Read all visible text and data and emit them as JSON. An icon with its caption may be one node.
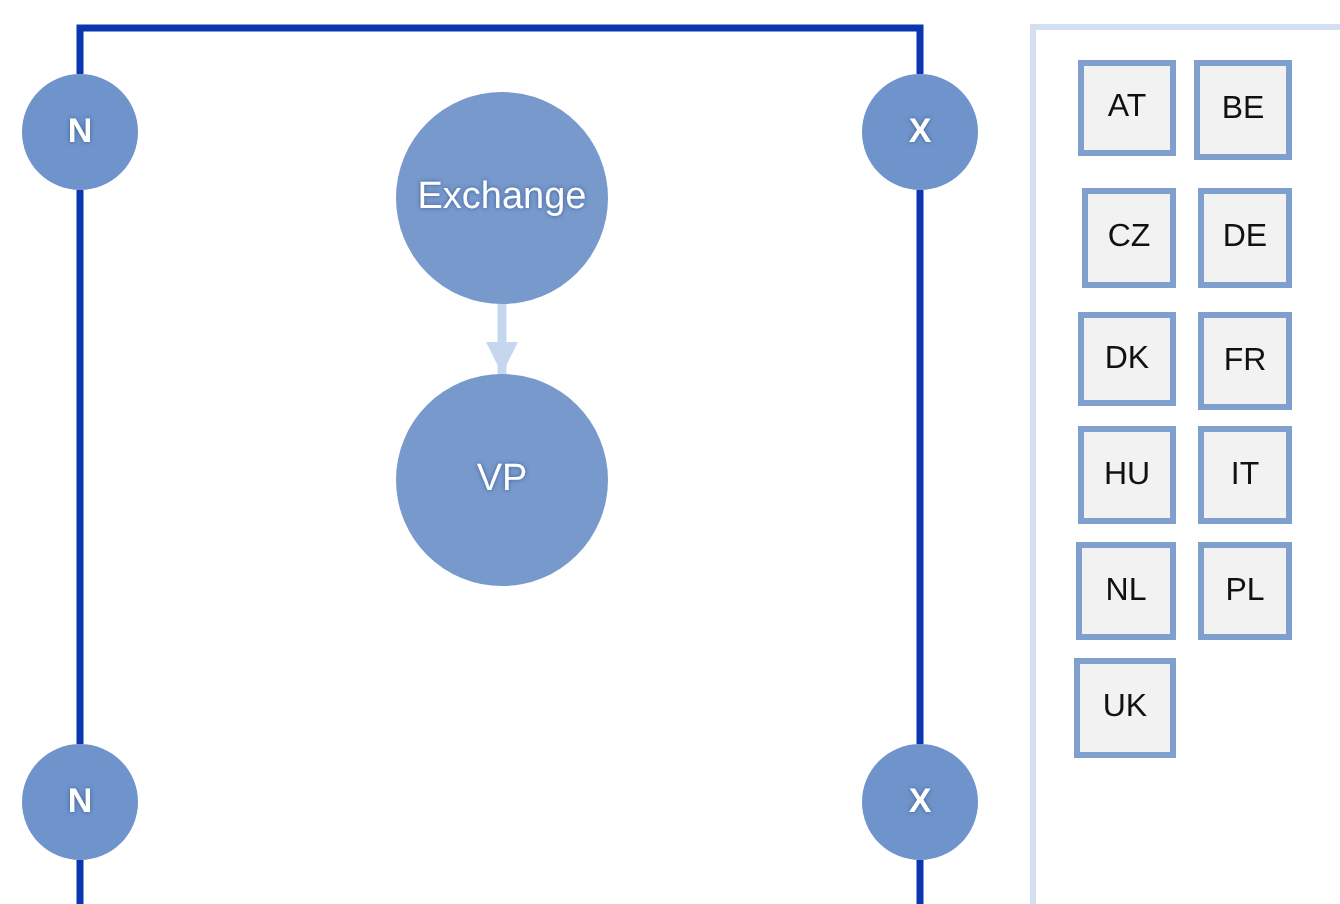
{
  "diagram": {
    "nodes": [
      {
        "text": [
          "N"
        ]
      },
      {
        "text": [
          "Exchange"
        ]
      },
      {
        "text": [
          "X"
        ]
      },
      {
        "text": [
          "VP"
        ]
      },
      {
        "text": [],
        "shape": "box"
      },
      {
        "text": [
          "AT"
        ],
        "in": 4
      },
      {
        "text": [
          "BE"
        ],
        "in": 4
      },
      {
        "text": [
          "CZ"
        ],
        "in": 4
      },
      {
        "text": [
          "DE"
        ],
        "in": 4
      },
      {
        "text": [
          "DK"
        ],
        "in": 4
      },
      {
        "text": [
          "FR"
        ],
        "in": 4
      },
      {
        "text": [
          "HU"
        ],
        "in": 4
      },
      {
        "text": [
          "IT"
        ],
        "in": 4
      },
      {
        "text": [
          "NL"
        ],
        "in": 4
      },
      {
        "text": [
          "PL"
        ],
        "in": 4
      },
      {
        "text": [
          "UK"
        ],
        "in": 4
      },
      {
        "text": [
          "N"
        ]
      },
      {
        "text": [
          "X"
        ]
      }
    ],
    "edges": [
      {
        "from": 1,
        "to": 3,
        "arrow": "to",
        "color": "#c5d6ee"
      },
      {
        "from": 0,
        "to": 2,
        "arrow": "none"
      },
      {
        "from": 0,
        "to": 16,
        "arrow": "none"
      },
      {
        "from": 2,
        "to": 17,
        "arrow": "none"
      },
      {
        "from": 16,
        "to": null,
        "arrow": "none"
      },
      {
        "from": 17,
        "to": null,
        "arrow": "none"
      }
    ]
  }
}
